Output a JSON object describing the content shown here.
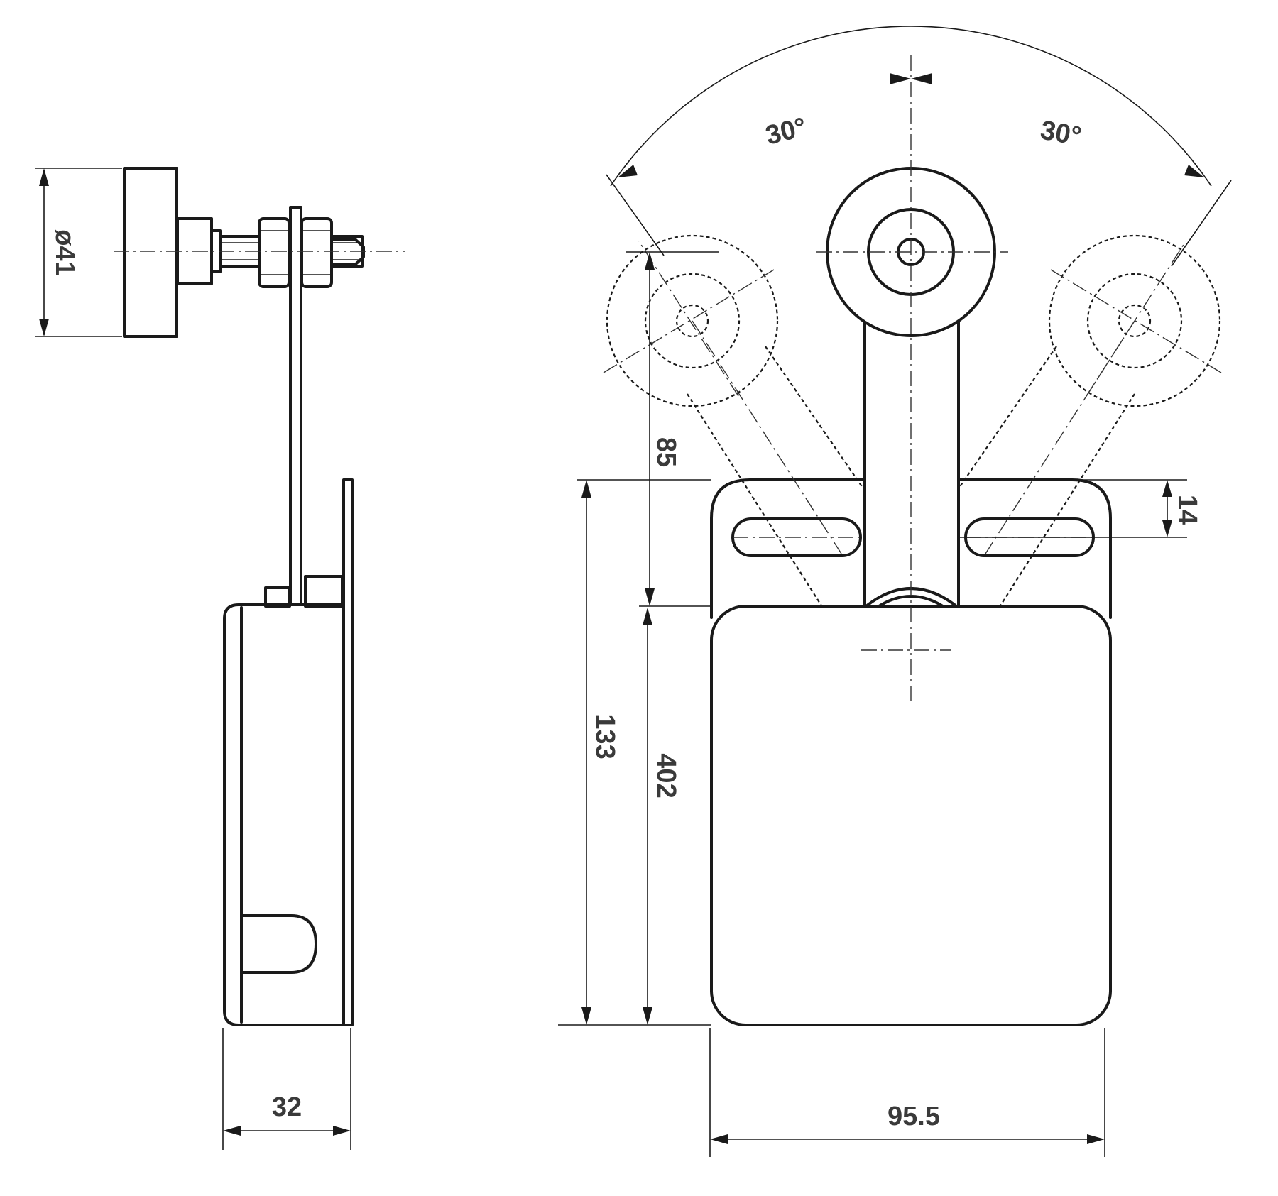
{
  "labels": {
    "diameter": "ø41",
    "side_width": "32",
    "front_width": "95.5",
    "total_height": "133",
    "body_height": "402",
    "arm_length": "85",
    "slot_height": "14",
    "angle_left": "30°",
    "angle_right": "30°"
  },
  "colors": {
    "ink": "#1a1a1a",
    "text": "#3a3a3a",
    "paper": "#ffffff"
  }
}
